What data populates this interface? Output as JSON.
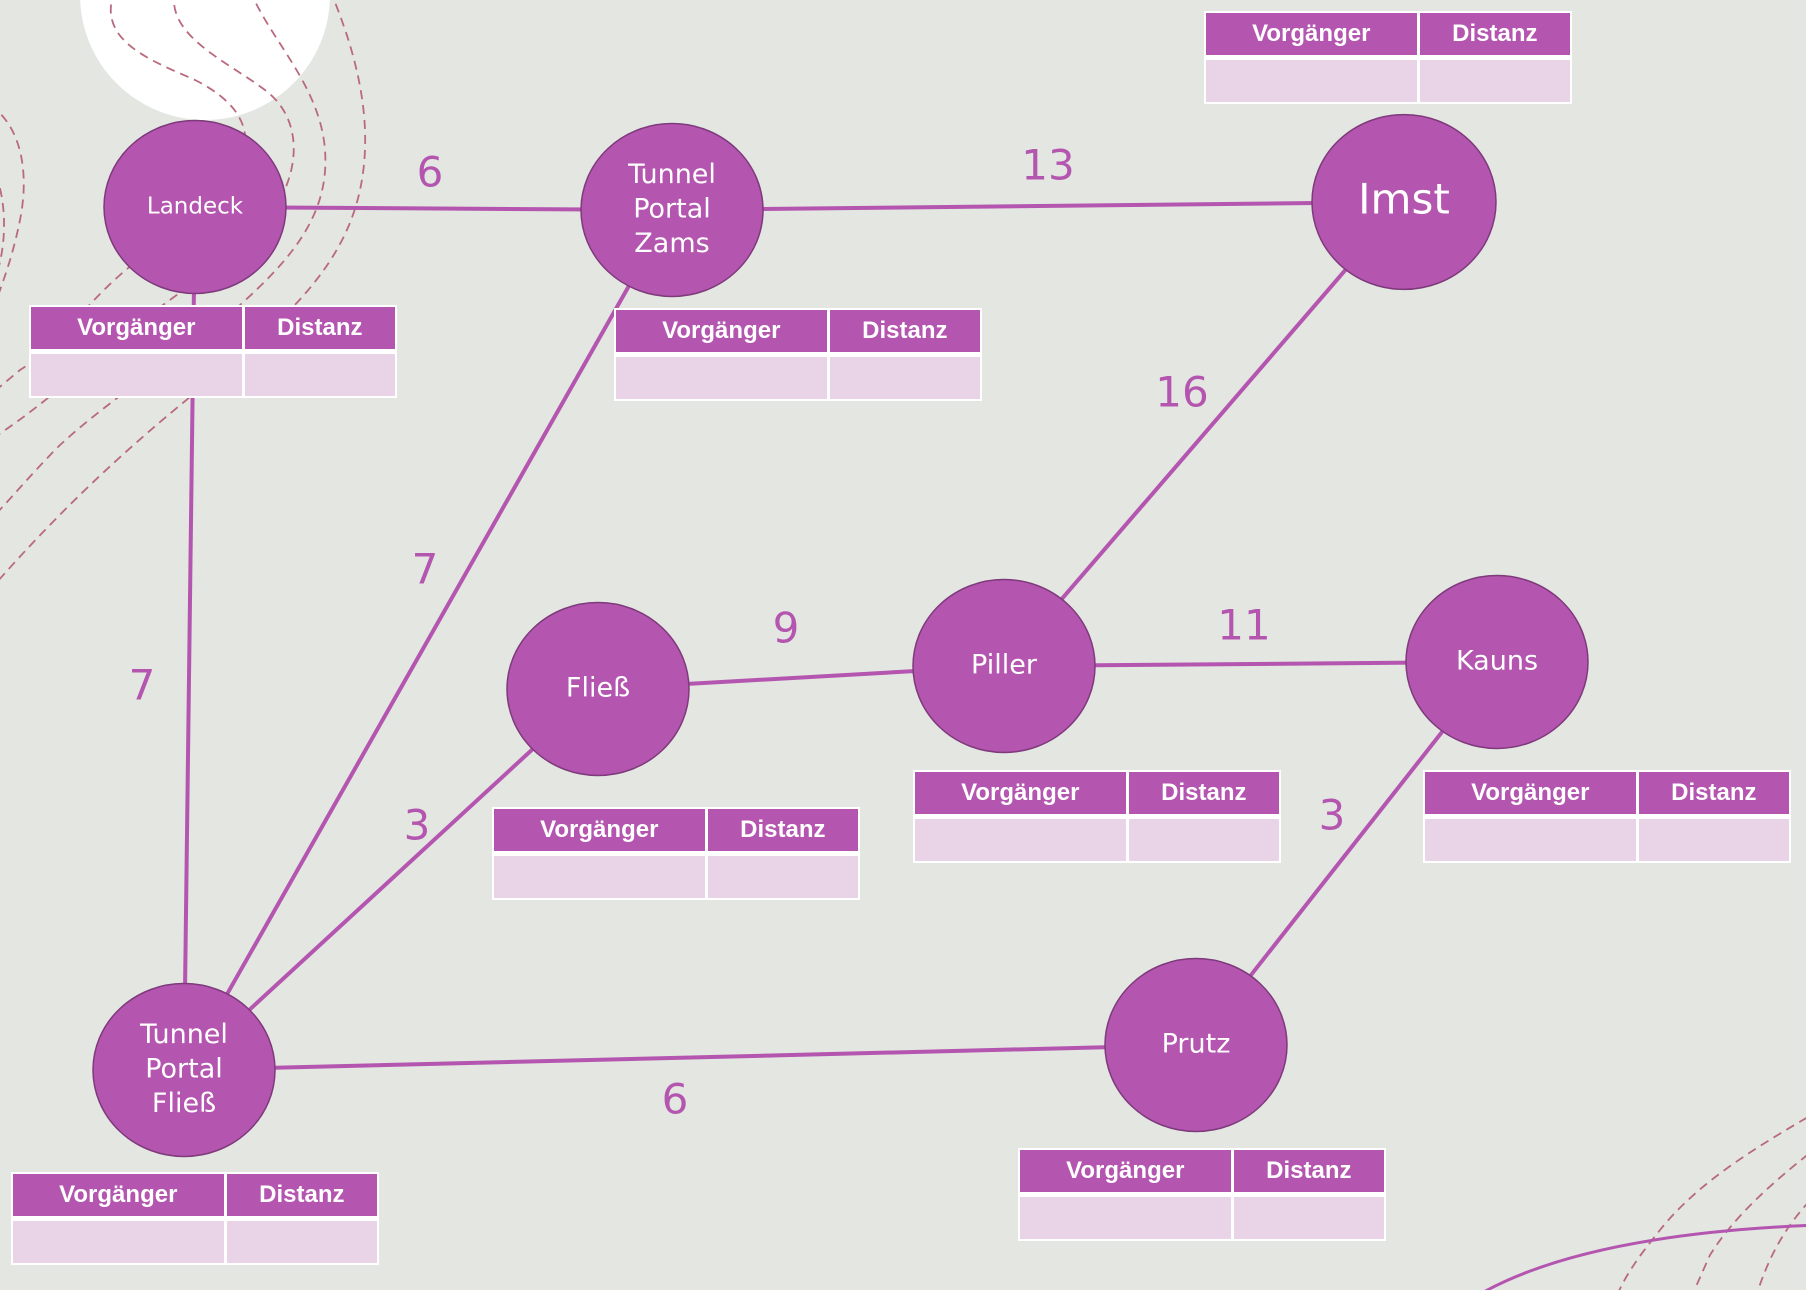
{
  "colors": {
    "background": "#e3e6e1",
    "node_fill": "#b455b0",
    "edge": "#b455b0",
    "table_header": "#b455b0",
    "table_cell": "#e8d4e6"
  },
  "table_headers": {
    "predecessor": "Vorgänger",
    "distance": "Distanz"
  },
  "nodes": [
    {
      "id": "landeck",
      "lines": [
        "Landeck"
      ]
    },
    {
      "id": "zams",
      "lines": [
        "Tunnel",
        "Portal",
        "Zams"
      ]
    },
    {
      "id": "imst",
      "lines": [
        "Imst"
      ]
    },
    {
      "id": "fliess",
      "lines": [
        "Fließ"
      ]
    },
    {
      "id": "piller",
      "lines": [
        "Piller"
      ]
    },
    {
      "id": "kauns",
      "lines": [
        "Kauns"
      ]
    },
    {
      "id": "tpfliess",
      "lines": [
        "Tunnel",
        "Portal",
        "Fließ"
      ]
    },
    {
      "id": "prutz",
      "lines": [
        "Prutz"
      ]
    }
  ],
  "edges": [
    {
      "from": "landeck",
      "to": "zams",
      "weight": "6"
    },
    {
      "from": "zams",
      "to": "imst",
      "weight": "13"
    },
    {
      "from": "landeck",
      "to": "tpfliess",
      "weight": "7"
    },
    {
      "from": "zams",
      "to": "tpfliess",
      "weight": "7"
    },
    {
      "from": "imst",
      "to": "piller",
      "weight": "16"
    },
    {
      "from": "fliess",
      "to": "piller",
      "weight": "9"
    },
    {
      "from": "piller",
      "to": "kauns",
      "weight": "11"
    },
    {
      "from": "tpfliess",
      "to": "fliess",
      "weight": "3"
    },
    {
      "from": "kauns",
      "to": "prutz",
      "weight": "3"
    },
    {
      "from": "tpfliess",
      "to": "prutz",
      "weight": "6"
    }
  ],
  "tables": [
    {
      "node": "imst",
      "predecessor": "",
      "distance": ""
    },
    {
      "node": "landeck",
      "predecessor": "",
      "distance": ""
    },
    {
      "node": "zams",
      "predecessor": "",
      "distance": ""
    },
    {
      "node": "piller",
      "predecessor": "",
      "distance": ""
    },
    {
      "node": "kauns",
      "predecessor": "",
      "distance": ""
    },
    {
      "node": "fliess",
      "predecessor": "",
      "distance": ""
    },
    {
      "node": "tpfliess",
      "predecessor": "",
      "distance": ""
    },
    {
      "node": "prutz",
      "predecessor": "",
      "distance": ""
    }
  ]
}
